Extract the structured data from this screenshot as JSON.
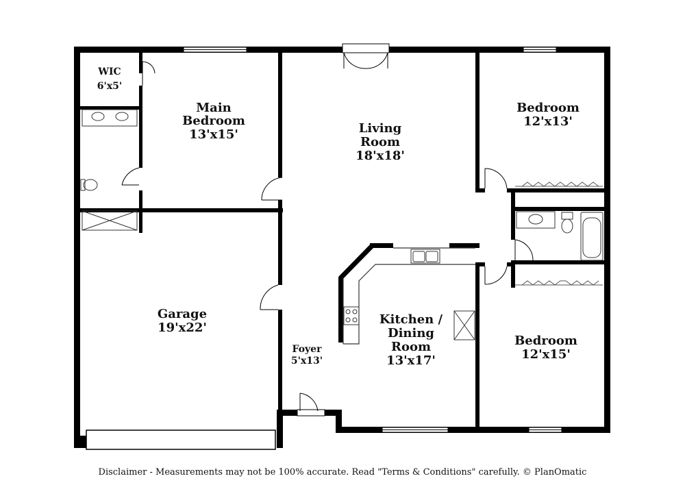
{
  "rooms": {
    "wic": {
      "name": "WIC",
      "dim": "6'x5'"
    },
    "main_bedroom": {
      "name_line1": "Main",
      "name_line2": "Bedroom",
      "dim": "13'x15'"
    },
    "living_room": {
      "name_line1": "Living",
      "name_line2": "Room",
      "dim": "18'x18'"
    },
    "bedroom_ne": {
      "name": "Bedroom",
      "dim": "12'x13'"
    },
    "garage": {
      "name": "Garage",
      "dim": "19'x22'"
    },
    "foyer": {
      "name": "Foyer",
      "dim": "5'x13'"
    },
    "kitchen": {
      "name_line1": "Kitchen /",
      "name_line2": "Dining",
      "name_line3": "Room",
      "dim": "13'x17'"
    },
    "bedroom_se": {
      "name": "Bedroom",
      "dim": "12'x15'"
    }
  },
  "disclaimer": "Disclaimer - Measurements may not be 100% accurate. Read \"Terms & Conditions\" carefully. © PlanOmatic"
}
